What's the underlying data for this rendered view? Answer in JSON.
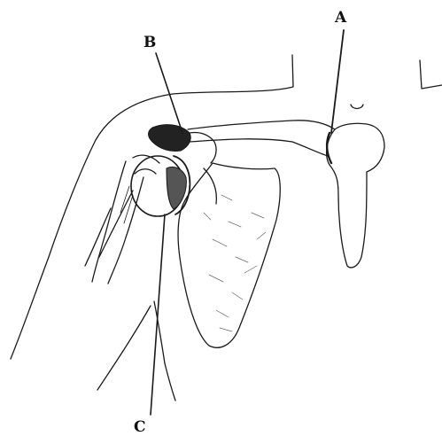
{
  "labels": {
    "a": "A",
    "b": "B",
    "c": "C"
  },
  "colors": {
    "ink": "#1a1a1a",
    "paper": "#ffffff",
    "shade": "#555555"
  }
}
